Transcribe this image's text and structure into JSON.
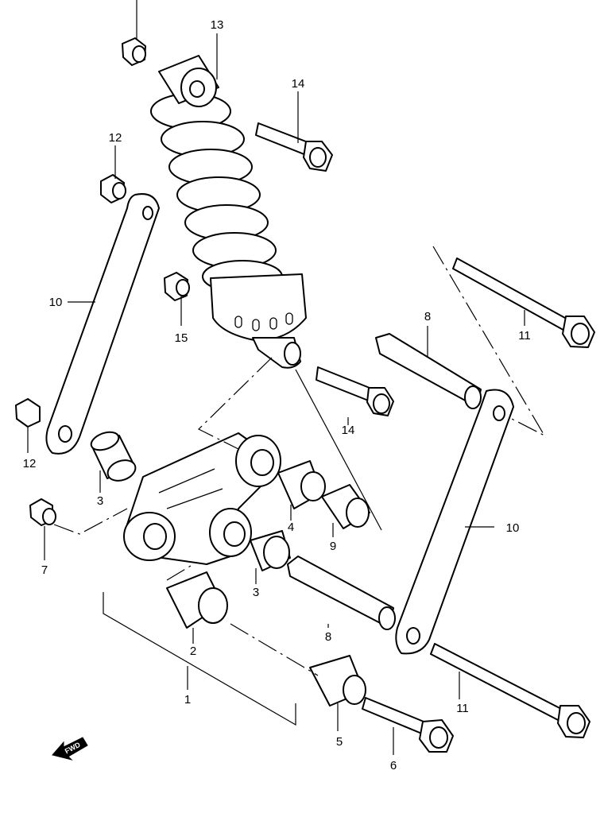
{
  "diagram": {
    "callouts": [
      {
        "id": "c13",
        "text": "13"
      },
      {
        "id": "c14a",
        "text": "14"
      },
      {
        "id": "c12a",
        "text": "12"
      },
      {
        "id": "c10a",
        "text": "10"
      },
      {
        "id": "c15",
        "text": "15"
      },
      {
        "id": "c8a",
        "text": "8"
      },
      {
        "id": "c11a",
        "text": "11"
      },
      {
        "id": "c14b",
        "text": "14"
      },
      {
        "id": "c12b",
        "text": "12"
      },
      {
        "id": "c3a",
        "text": "3"
      },
      {
        "id": "c4",
        "text": "4"
      },
      {
        "id": "c9",
        "text": "9"
      },
      {
        "id": "c10b",
        "text": "10"
      },
      {
        "id": "c7",
        "text": "7"
      },
      {
        "id": "c3b",
        "text": "3"
      },
      {
        "id": "c8b",
        "text": "8"
      },
      {
        "id": "c2",
        "text": "2"
      },
      {
        "id": "c1",
        "text": "1"
      },
      {
        "id": "c11b",
        "text": "11"
      },
      {
        "id": "c5",
        "text": "5"
      },
      {
        "id": "c6",
        "text": "6"
      }
    ],
    "fwd_label": "FWD"
  }
}
